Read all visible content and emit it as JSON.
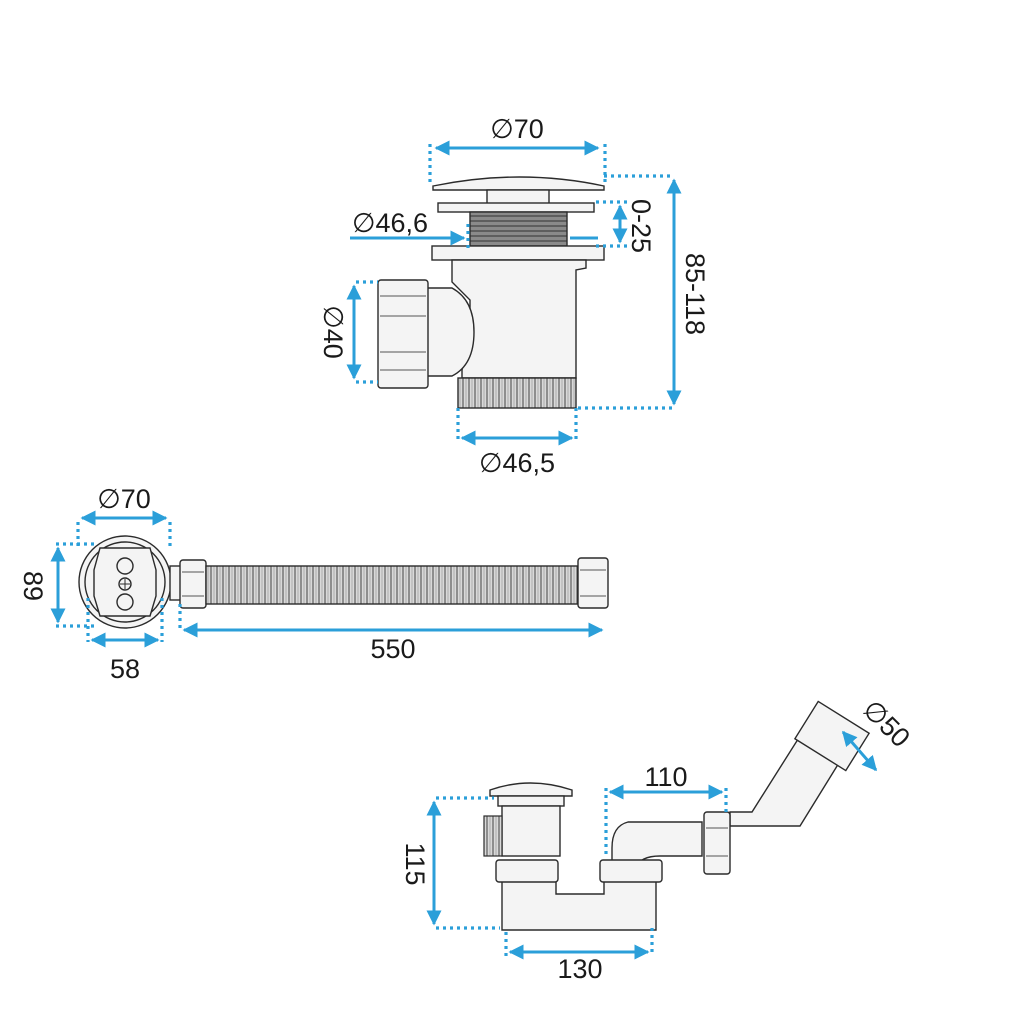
{
  "colors": {
    "dimension": "#2b9fd9",
    "outline": "#2b2b2b"
  },
  "views": {
    "trap_elevation": {
      "cap_diameter": "∅70",
      "stem_diameter": "∅46,6",
      "stroke": "0-25",
      "inlet_diameter": "∅40",
      "outlet_diameter": "∅46,5",
      "total_height": "85-118"
    },
    "hose_top_view": {
      "cap_diameter": "∅70",
      "body_height": "89",
      "body_width": "58",
      "hose_length": "550"
    },
    "assembly_side_view": {
      "height": "115",
      "spacing": "130",
      "elbow_length": "110",
      "outlet_diameter": "∅50"
    }
  }
}
